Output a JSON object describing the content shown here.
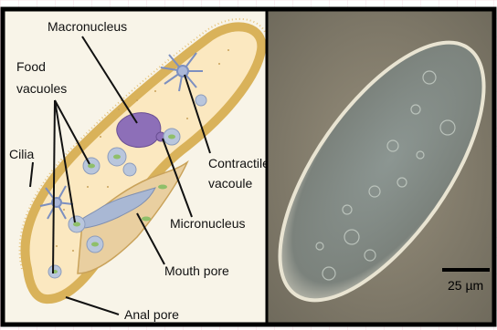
{
  "diagram": {
    "labels": {
      "macronucleus": "Macronucleus",
      "food_vacuoles_line1": "Food",
      "food_vacuoles_line2": "vacuoles",
      "cilia": "Cilia",
      "contractile_line1": "Contractile",
      "contractile_line2": "vacoule",
      "micronucleus": "Micronucleus",
      "mouth_pore": "Mouth pore",
      "anal_pore": "Anal pore"
    }
  },
  "micrograph": {
    "scale_bar_label": "25 µm"
  },
  "colors": {
    "frame": "#000000",
    "cell_membrane": "#d9b25a",
    "cytoplasm": "#fbe8c0",
    "macronucleus": "#8d6fb8",
    "vacuole": "#b9c6dc",
    "food_particle": "#8fbf6a",
    "micrograph_bg": "#8d8472"
  }
}
